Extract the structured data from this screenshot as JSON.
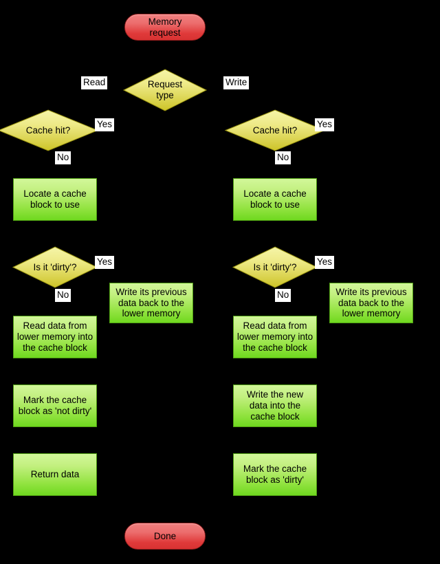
{
  "diagram": {
    "title": "Cache memory request handling flowchart",
    "background_color": "#000000",
    "colors": {
      "terminator_fill_top": "#f08080",
      "terminator_fill_bottom": "#d83232",
      "terminator_stroke": "#a02020",
      "process_fill_top": "#d2f79a",
      "process_fill_bottom": "#6fd81f",
      "process_stroke": "#4f9f12",
      "decision_fill_top": "#f2f29a",
      "decision_fill_bottom": "#cfc62a",
      "decision_stroke": "#9a9410",
      "edge_label_bg": "#ffffff",
      "text_color": "#000000"
    },
    "nodes": {
      "start": {
        "label": "Memory\nrequest",
        "shape": "terminator"
      },
      "request_type": {
        "label": "Request\ntype",
        "shape": "decision"
      },
      "read_cache_hit": {
        "label": "Cache hit?",
        "shape": "decision"
      },
      "read_locate_block": {
        "label": "Locate a cache\nblock to use",
        "shape": "process"
      },
      "read_is_dirty": {
        "label": "Is it 'dirty'?",
        "shape": "decision"
      },
      "read_writeback": {
        "label": "Write its previous\ndata back to the\nlower memory",
        "shape": "process"
      },
      "read_fill_block": {
        "label": "Read data from\nlower memory into\nthe cache block",
        "shape": "process"
      },
      "read_mark_not_dirty": {
        "label": "Mark the cache\nblock as 'not dirty'",
        "shape": "process"
      },
      "read_return_data": {
        "label": "Return data",
        "shape": "process"
      },
      "write_cache_hit": {
        "label": "Cache hit?",
        "shape": "decision"
      },
      "write_locate_block": {
        "label": "Locate a cache\nblock to use",
        "shape": "process"
      },
      "write_is_dirty": {
        "label": "Is it 'dirty'?",
        "shape": "decision"
      },
      "write_writeback": {
        "label": "Write its previous\ndata back to the\nlower memory",
        "shape": "process"
      },
      "write_fill_block": {
        "label": "Read data from\nlower memory into\nthe cache block",
        "shape": "process"
      },
      "write_new_data": {
        "label": "Write the new\ndata into the\ncache block",
        "shape": "process"
      },
      "write_mark_dirty": {
        "label": "Mark the cache\nblock as 'dirty'",
        "shape": "process"
      },
      "done": {
        "label": "Done",
        "shape": "terminator"
      }
    },
    "edge_labels": {
      "request_read": "Read",
      "request_write": "Write",
      "read_hit_yes": "Yes",
      "read_hit_no": "No",
      "read_dirty_yes": "Yes",
      "read_dirty_no": "No",
      "write_hit_yes": "Yes",
      "write_hit_no": "No",
      "write_dirty_yes": "Yes",
      "write_dirty_no": "No"
    }
  }
}
